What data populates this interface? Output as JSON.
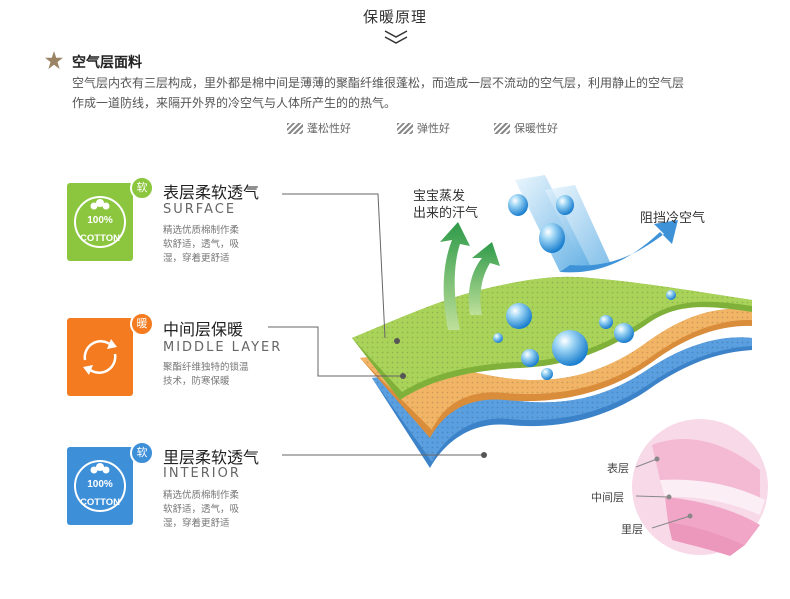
{
  "header": {
    "title": "保暖原理"
  },
  "section": {
    "title": "空气层面料",
    "intro_line1": "空气层内衣有三层构成，里外都是棉中间是薄薄的聚酯纤维很蓬松，而造成一层不流动的空气层，利用静止的空气层",
    "intro_line2": "作成一道防线，来隔开外界的冷空气与人体所产生的的热气。"
  },
  "legend": [
    {
      "label": "蓬松性好"
    },
    {
      "label": "弹性好"
    },
    {
      "label": "保暖性好"
    }
  ],
  "layers": [
    {
      "badge": "软",
      "logo_top": "100%",
      "logo_bottom": "COTTON",
      "title": "表层柔软透气",
      "subtitle": "SURFACE",
      "desc1": "精选优质棉制作柔",
      "desc2": "软舒适，透气，吸",
      "desc3": "湿，穿着更舒适",
      "color": "#8cc63f"
    },
    {
      "badge": "暖",
      "title": "中间层保暖",
      "subtitle": "MIDDLE LAYER",
      "desc1": "聚酯纤维独特的锁温",
      "desc2": "技术，防寒保暖",
      "color": "#f47b20"
    },
    {
      "badge": "软",
      "logo_top": "100%",
      "logo_bottom": "COTTON",
      "title": "里层柔软透气",
      "subtitle": "INTERIOR",
      "desc1": "精选优质棉制作柔",
      "desc2": "软舒适，透气，吸",
      "desc3": "湿，穿着更舒适",
      "color": "#3d8fd8"
    }
  ],
  "diagram": {
    "sweat_line1": "宝宝蒸发",
    "sweat_line2": "出来的汗气",
    "cold_label": "阻挡冷空气"
  },
  "sample": {
    "outer": "表层",
    "middle": "中间层",
    "inner": "里层"
  }
}
